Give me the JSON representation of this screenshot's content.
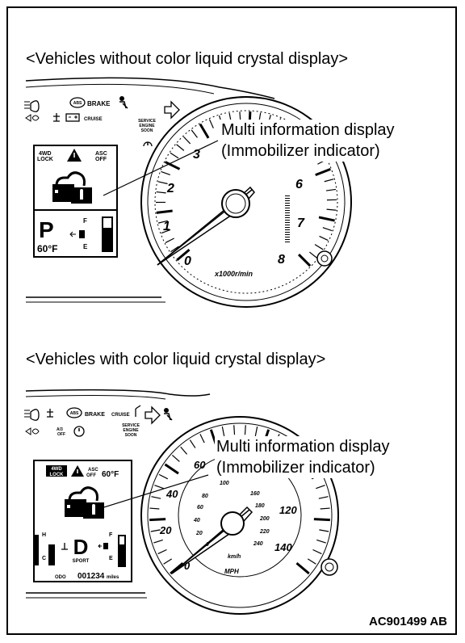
{
  "top": {
    "caption": "<Vehicles without color liquid crystal display>",
    "callout_line1": "Multi information display",
    "callout_line2": "(Immobilizer indicator)",
    "warn_labels": {
      "brake": "BRAKE",
      "cruise": "CRUISE",
      "service": [
        "SERVICE",
        "ENGINE",
        "SOON"
      ],
      "lock": [
        "4WD",
        "LOCK"
      ],
      "asc": [
        "ASC",
        "OFF"
      ]
    },
    "gear": "P",
    "temp": "60°F",
    "fuel_f": "F",
    "fuel_e": "E",
    "tach_numbers": [
      "0",
      "1",
      "2",
      "3",
      "6",
      "7",
      "8"
    ],
    "tach_unit": "x1000r/min"
  },
  "bottom": {
    "caption": "<Vehicles with color liquid crystal display>",
    "callout_line1": "Multi information display",
    "callout_line2": "(Immobilizer indicator)",
    "warn_labels": {
      "brake": "BRAKE",
      "cruise": "CRUISE",
      "service": [
        "SERVICE",
        "ENGINE",
        "SOON"
      ],
      "a3": [
        "A/3",
        "OFF"
      ],
      "lock": [
        "4WD",
        "LOCK"
      ],
      "asc": [
        "ASC",
        "OFF"
      ]
    },
    "temp": "60°F",
    "gear": "D",
    "mode": "SPORT",
    "temp_h": "H",
    "temp_c": "C",
    "fuel_f": "F",
    "fuel_e": "E",
    "odo_label": "ODO",
    "odo_value": "001234",
    "odo_unit": "miles",
    "mph_numbers": [
      "0",
      "20",
      "40",
      "60",
      "120",
      "140"
    ],
    "kmh_numbers": [
      "0",
      "20",
      "40",
      "60",
      "80",
      "100",
      "160",
      "180",
      "200",
      "220",
      "240"
    ],
    "kmh_unit": "km/h",
    "mph_unit": "MPH"
  },
  "figure_code": "AC901499 AB"
}
